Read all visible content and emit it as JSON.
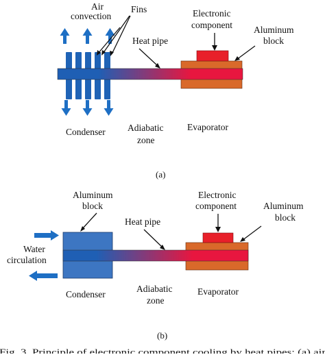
{
  "colors": {
    "pipe_start": "#1f5fb4",
    "pipe_end": "#e8163f",
    "fin": "#1f63b6",
    "blue_arrow": "#1e6fc4",
    "aluminum_block_a": "#d9692a",
    "aluminum_block_b": "#e07a34",
    "component": "#e8202a",
    "condenser_block": "#3d76c2",
    "black": "#111111"
  },
  "panel_a": {
    "label": "(a)",
    "air_convection_line1": "Air",
    "air_convection_line2": "convection",
    "fins": "Fins",
    "electronic_component_line1": "Electronic",
    "electronic_component_line2": "component",
    "aluminum_block_line1": "Aluminum",
    "aluminum_block_line2": "block",
    "heat_pipe": "Heat pipe",
    "condenser": "Condenser",
    "adiabatic_line1": "Adiabatic",
    "adiabatic_line2": "zone",
    "evaporator": "Evaporator"
  },
  "panel_b": {
    "label": "(b)",
    "aluminum_block_left_line1": "Aluminum",
    "aluminum_block_left_line2": "block",
    "heat_pipe": "Heat pipe",
    "electronic_component_line1": "Electronic",
    "electronic_component_line2": "component",
    "aluminum_block_right_line1": "Aluminum",
    "aluminum_block_right_line2": "block",
    "water_line1": "Water",
    "water_line2": "circulation",
    "condenser": "Condenser",
    "adiabatic_line1": "Adiabatic",
    "adiabatic_line2": "zone",
    "evaporator": "Evaporator"
  },
  "figure_caption": "Fig. 3. Principle of electronic component cooling by heat pipes: (a) air"
}
